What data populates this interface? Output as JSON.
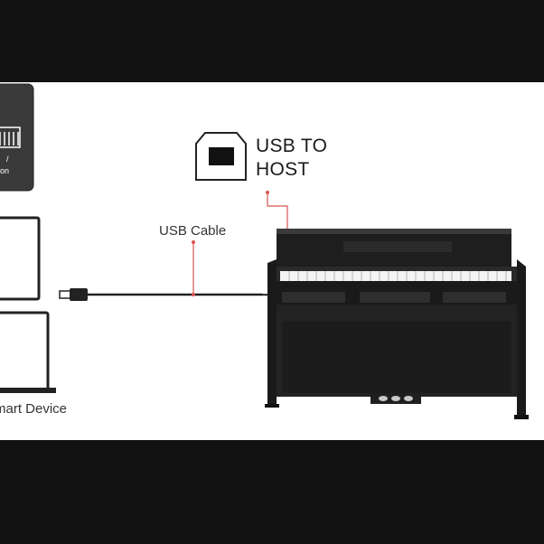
{
  "labels": {
    "usb_to_host_line1": "USB TO",
    "usb_to_host_line2": "HOST",
    "usb_cable": "USB Cable",
    "smart_device": "mart Device",
    "app_fragment": "on",
    "app_slash": "/"
  },
  "icons": [
    "app-icon",
    "usb-b-port-icon",
    "monitor-icon",
    "laptop-icon",
    "usb-plug-icon",
    "digital-piano-image"
  ],
  "colors": {
    "background": "#111111",
    "panel": "#ffffff",
    "callout_line": "#d9534f",
    "cable": "#222222"
  }
}
